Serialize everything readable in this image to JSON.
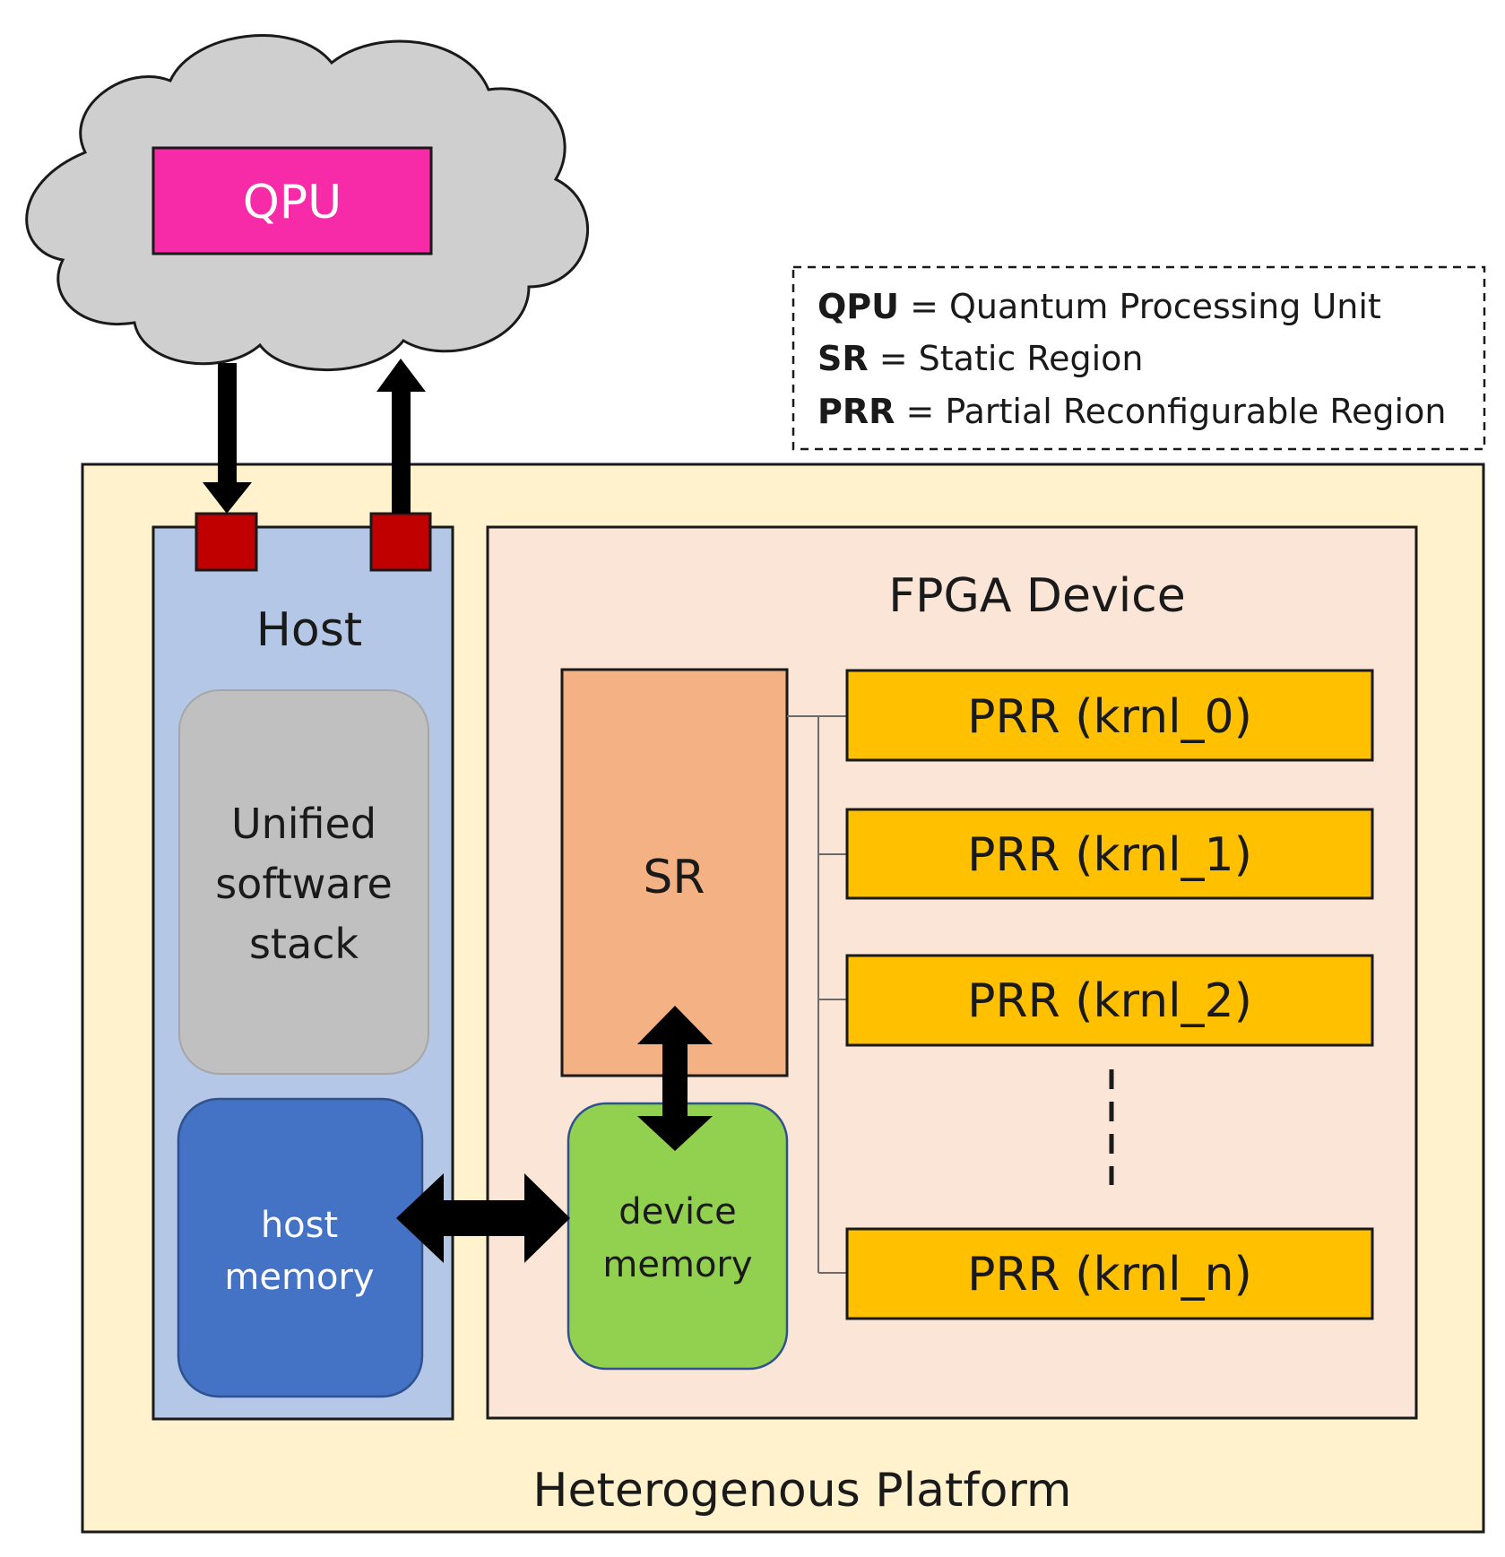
{
  "cloud": {
    "qpu_label": "QPU"
  },
  "legend": {
    "entries": [
      {
        "term": "QPU",
        "definition": " = Quantum Processing Unit"
      },
      {
        "term": "SR",
        "definition": " = Static Region"
      },
      {
        "term": "PRR",
        "definition": " = Partial Reconfigurable Region"
      }
    ]
  },
  "platform": {
    "label": "Heterogenous Platform"
  },
  "host": {
    "label": "Host",
    "software_stack": [
      "Unified",
      "software",
      "stack"
    ],
    "memory": [
      "host",
      "memory"
    ]
  },
  "fpga": {
    "label": "FPGA Device",
    "sr_label": "SR",
    "device_memory": [
      "device",
      "memory"
    ],
    "prr": [
      {
        "label": "PRR (krnl_0)"
      },
      {
        "label": "PRR (krnl_1)"
      },
      {
        "label": "PRR (krnl_2)"
      },
      {
        "label": "PRR (krnl_n)"
      }
    ]
  },
  "colors": {
    "cloud_fill": "#d0cfd0",
    "qpu_fill": "#f72ba8",
    "platform_fill": "#fff2cc",
    "host_fill": "#b4c7e7",
    "port_fill": "#c00000",
    "stack_fill": "#c0c0c0",
    "host_memory_fill": "#4472c4",
    "fpga_fill": "#fbe5d6",
    "sr_fill": "#f4b183",
    "device_memory_fill": "#92d050",
    "prr_fill": "#ffc000"
  }
}
